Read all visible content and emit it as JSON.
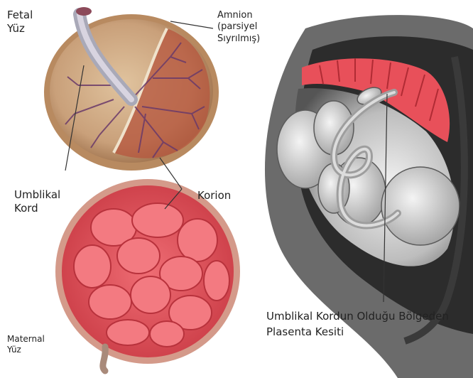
{
  "labels": {
    "fetal_face": [
      "Fetal",
      "Yüz"
    ],
    "amnion": [
      "Amnion",
      "(parsiyel",
      "Sıyrılmış)"
    ],
    "umbilical_cord": [
      "Umblikal",
      "Kord"
    ],
    "chorion": "Korion",
    "maternal_face": [
      "Maternal",
      "Yüz"
    ],
    "section_caption": [
      "Umblikal Kordun Olduğu Bölgeden",
      "Plasenta Kesiti"
    ]
  },
  "colors": {
    "placenta_red": "#e8505a",
    "cotyledon_fill": "#f06a72",
    "fetal_face_tan": "#c9a07a",
    "vessel_purple": "#6a3a6a",
    "uterus_gray": "#8a8a8a",
    "fetus_skin": "#d8d8d8",
    "leader_line": "#333333"
  }
}
